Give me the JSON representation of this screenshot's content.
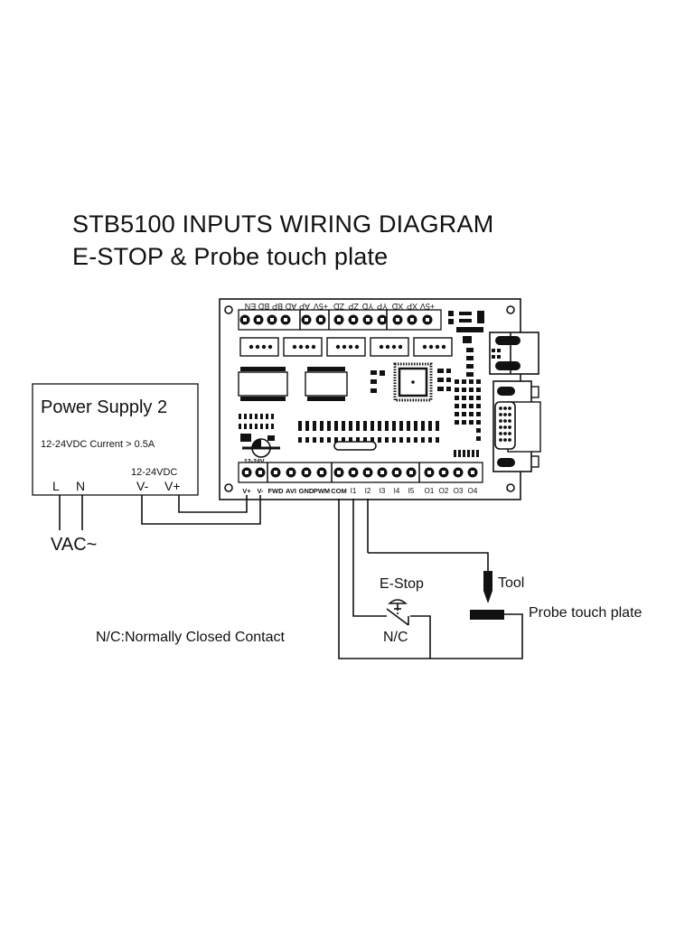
{
  "title": {
    "line1": "STB5100 INPUTS WIRING DIAGRAM",
    "line2": "E-STOP & Probe touch plate"
  },
  "power_supply": {
    "title": "Power Supply 2",
    "spec": "12-24VDC Current > 0.5A",
    "output_voltage": "12-24VDC",
    "terminal_l": "L",
    "terminal_n": "N",
    "terminal_vminus": "V-",
    "terminal_vplus": "V+"
  },
  "ac_label": "VAC~",
  "board": {
    "top_terminals": [
      "EN",
      "BD",
      "BP",
      "AD",
      "AP",
      "+5V",
      "ZD",
      "ZP",
      "YD",
      "YP",
      "XD",
      "XP",
      "+5V"
    ],
    "bottom_terminals": [
      "V+",
      "V-",
      "FWD",
      "AVI",
      "GND",
      "PWM",
      "COM",
      "I1",
      "I2",
      "I3",
      "I4",
      "I5",
      "O1",
      "O2",
      "O3",
      "O4"
    ],
    "supply_marking": "12-24V"
  },
  "estop": {
    "label": "E-Stop",
    "contact_label": "N/C"
  },
  "tool_label": "Tool",
  "probe_label": "Probe touch plate",
  "note": "N/C:Normally Closed Contact"
}
